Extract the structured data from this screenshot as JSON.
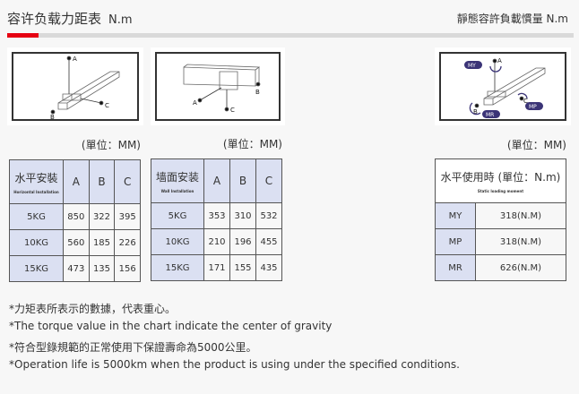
{
  "header": {
    "title": "容许负载力距表",
    "title_unit": "N.m",
    "right_title": "靜態容許負載慣量 N.m",
    "accent_color": "#e60012"
  },
  "diagrams": {
    "horizontal": {
      "labels": [
        "A",
        "B",
        "C"
      ]
    },
    "wall": {
      "labels": [
        "A",
        "B",
        "C"
      ]
    },
    "static": {
      "labels": [
        "A",
        "B",
        "C"
      ],
      "moments": [
        "MY",
        "MP",
        "MR"
      ]
    }
  },
  "unit_label": "(單位：MM)",
  "table_horizontal": {
    "title": "水平安裝",
    "subtitle": "Horizontal Installation",
    "columns": [
      "A",
      "B",
      "C"
    ],
    "rows": [
      {
        "load": "5KG",
        "values": [
          "850",
          "322",
          "395"
        ]
      },
      {
        "load": "10KG",
        "values": [
          "560",
          "185",
          "226"
        ]
      },
      {
        "load": "15KG",
        "values": [
          "473",
          "135",
          "156"
        ]
      }
    ]
  },
  "table_wall": {
    "title": "墙面安装",
    "subtitle": "Wall Installation",
    "columns": [
      "A",
      "B",
      "C"
    ],
    "rows": [
      {
        "load": "5KG",
        "values": [
          "353",
          "310",
          "532"
        ]
      },
      {
        "load": "10KG",
        "values": [
          "210",
          "196",
          "455"
        ]
      },
      {
        "load": "15KG",
        "values": [
          "171",
          "155",
          "435"
        ]
      }
    ]
  },
  "table_static": {
    "title": "水平使用時 (單位：N.m)",
    "subtitle": "Static loading moment",
    "rows": [
      {
        "label": "MY",
        "value": "318(N.M)"
      },
      {
        "label": "MP",
        "value": "318(N.M)"
      },
      {
        "label": "MR",
        "value": "626(N.M)"
      }
    ]
  },
  "notes": [
    "*力矩表所表示的數據，代表重心。",
    "*The torque value in the chart indicate the center of gravity",
    "*符合型錄規範的正常使用下保證壽命為5000公里。",
    "*Operation life is 5000km when the product is using under the specified conditions."
  ]
}
